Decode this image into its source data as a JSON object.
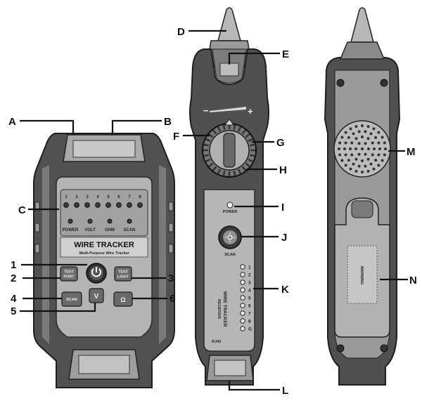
{
  "callouts": {
    "A": "A",
    "B": "B",
    "C": "C",
    "n1": "1",
    "n2": "2",
    "n3": "3",
    "n4": "4",
    "n5": "5",
    "n6": "6",
    "D": "D",
    "E": "E",
    "F": "F",
    "G": "G",
    "H": "H",
    "I": "I",
    "J": "J",
    "K": "K",
    "L": "L",
    "M": "M",
    "N": "N"
  },
  "transmitter": {
    "led_numbers": [
      "1",
      "2",
      "3",
      "4",
      "5",
      "6",
      "7",
      "8"
    ],
    "mode_labels": [
      "POWER",
      "VOLT",
      "OHM",
      "SCAN"
    ],
    "title": "WIRE TRACKER",
    "subtitle": "Multi-Purpose Wire Tracker",
    "btn_test_port_1": "TEST",
    "btn_test_port_2": "PORT",
    "btn_light_1": "TEST",
    "btn_light_2": "LIGHT",
    "btn_scan": "SCAN",
    "btn_v": "V",
    "btn_omega": "Ω"
  },
  "receiver": {
    "power_label": "POWER",
    "scan_label": "SCAN",
    "side_title": "WIRE TRACKER",
    "side_sub": "RECEIVER",
    "pin_labels": [
      "1",
      "2",
      "3",
      "4",
      "5",
      "6",
      "7",
      "8",
      "G"
    ],
    "rj45": "RJ45",
    "minus": "−",
    "plus": "+"
  },
  "back": {
    "sticker": "WARNING"
  },
  "colors": {
    "body_dark": "#4a4a4a",
    "body_mid": "#8d8d8d",
    "body_light": "#c4c4c4",
    "panel": "#b5b5b5",
    "led": "#3c3c3c"
  }
}
